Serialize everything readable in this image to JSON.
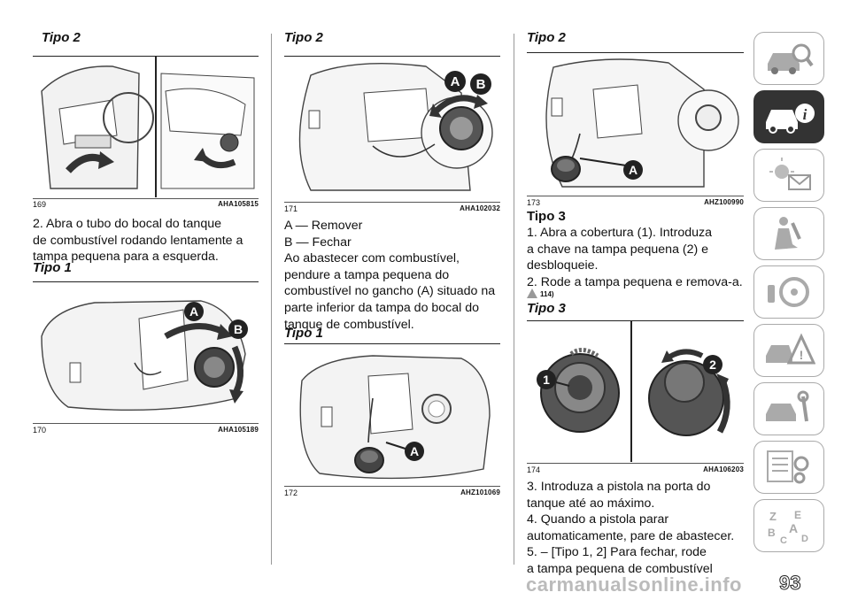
{
  "col1": {
    "heading1": "Tipo 2",
    "fig1": {
      "num": "169",
      "code": "AHA105815"
    },
    "step2": [
      "2. Abra o tubo do bocal do tanque",
      "de combustível rodando lentamente a",
      "tampa pequena para a esquerda."
    ],
    "heading2": "Tipo 1",
    "fig2": {
      "num": "170",
      "code": "AHA105189",
      "label_a": "A",
      "label_b": "B"
    }
  },
  "col2": {
    "heading1": "Tipo 2",
    "fig1": {
      "num": "171",
      "code": "AHA102032",
      "label_a": "A",
      "label_b": "B"
    },
    "lines": [
      "A — Remover",
      "B — Fechar",
      "Ao abastecer com combustível,",
      "pendure a tampa pequena do",
      "combustível no gancho (A) situado na",
      "parte inferior da tampa do bocal do",
      "tanque de combustível."
    ],
    "heading2": "Tipo 1",
    "fig2": {
      "num": "172",
      "code": "AHZ101069",
      "label_a": "A"
    }
  },
  "col3": {
    "heading1": "Tipo 2",
    "fig1": {
      "num": "173",
      "code": "AHZ100990",
      "label_a": "A"
    },
    "tipo3a": "Tipo 3",
    "lines1": [
      "1. Abra a cobertura (1). Introduza",
      "a chave na tampa pequena (2) e",
      "desbloqueie.",
      "2. Rode a tampa pequena e remova-a."
    ],
    "warn_ref": "114)",
    "heading2": "Tipo 3",
    "fig2": {
      "num": "174",
      "code": "AHA106203",
      "label_1": "1",
      "label_2": "2"
    },
    "lines2": [
      "3. Introduza a pistola na porta do",
      "tanque até ao máximo.",
      "4. Quando a pistola parar",
      "automaticamente, pare de abastecer.",
      "5. – [Tipo 1, 2] Para fechar, rode",
      "a tampa pequena de combustível"
    ]
  },
  "sidebar": {
    "tabs": [
      "car-search-icon",
      "car-info-icon",
      "warning-light-mail-icon",
      "seat-airbag-icon",
      "key-steering-wheel-icon",
      "car-crash-warning-icon",
      "car-wrench-icon",
      "settings-list-icon",
      "alphabet-index-icon"
    ],
    "active_index": 1,
    "accent": "#333333"
  },
  "page_number": "93",
  "watermark": "carmanualsonline.info"
}
